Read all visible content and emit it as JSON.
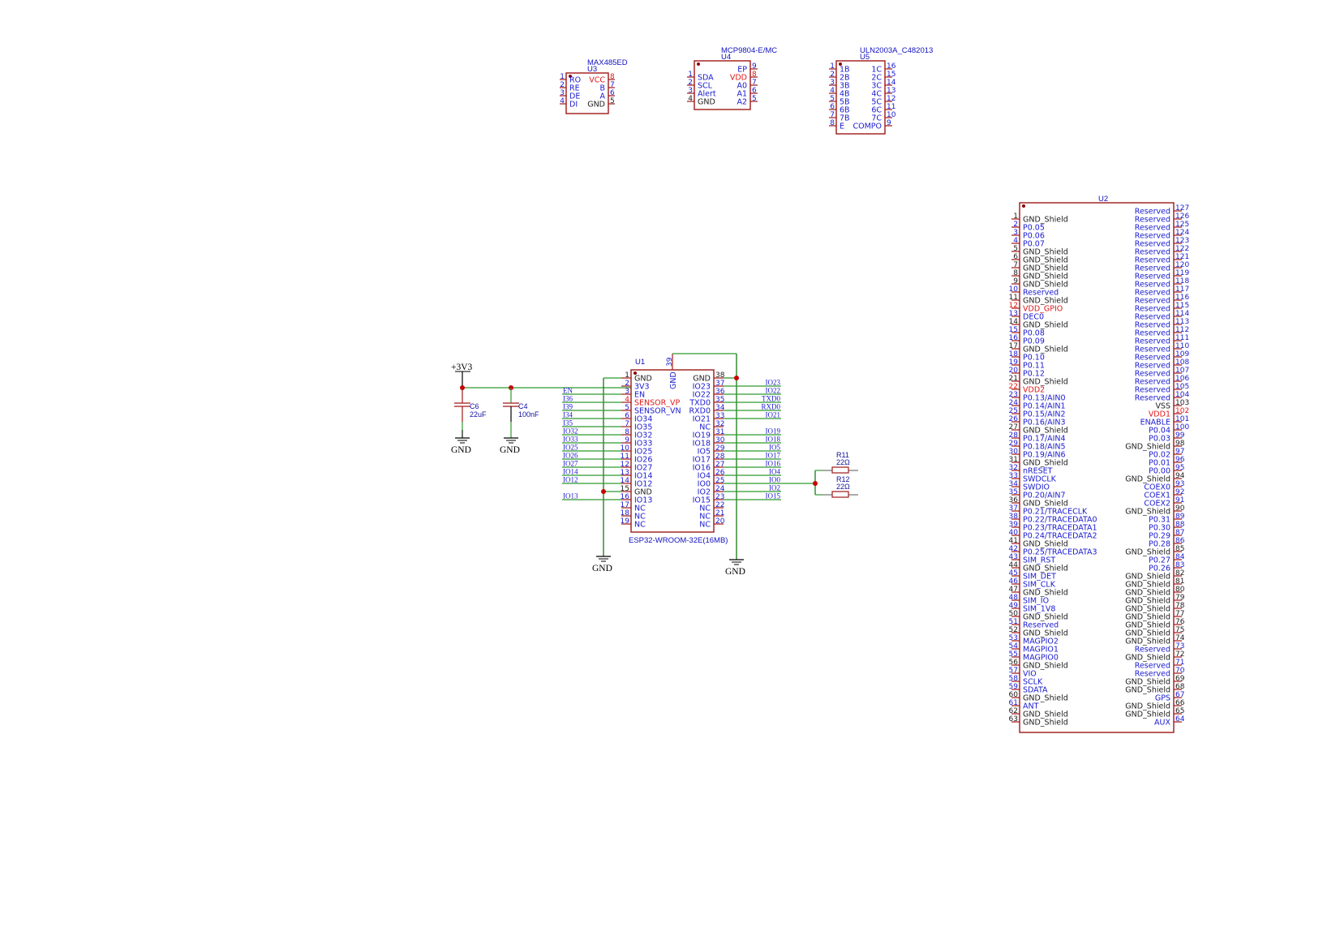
{
  "colors": {
    "body_outline": "#a01818",
    "pin_line": "#a01818",
    "wire": "#2e9a2e",
    "wire_dark": "#007000",
    "junction": "#c80000",
    "pin_blue": "#1a1ad0",
    "pin_red": "#e01818",
    "pin_black": "#202020",
    "ref_text": "#1010c0"
  },
  "power": {
    "v33_label": "+3V3",
    "gnd_label": "GND"
  },
  "capacitors": [
    {
      "ref": "C6",
      "value": "22uF"
    },
    {
      "ref": "C4",
      "value": "100nF"
    }
  ],
  "resistors": [
    {
      "ref": "R11",
      "value": "22Ω"
    },
    {
      "ref": "R12",
      "value": "22Ω"
    }
  ],
  "u3": {
    "ref": "U3",
    "part": "MAX485ED",
    "left": [
      {
        "num": "1",
        "name": "RO",
        "color": "blue"
      },
      {
        "num": "2",
        "name": "RE",
        "color": "blue"
      },
      {
        "num": "3",
        "name": "DE",
        "color": "blue"
      },
      {
        "num": "4",
        "name": "DI",
        "color": "blue"
      }
    ],
    "right": [
      {
        "num": "8",
        "name": "VCC",
        "color": "red"
      },
      {
        "num": "7",
        "name": "B",
        "color": "blue"
      },
      {
        "num": "6",
        "name": "A",
        "color": "blue"
      },
      {
        "num": "5",
        "name": "GND",
        "color": "black"
      }
    ]
  },
  "u4": {
    "ref": "U4",
    "part": "MCP9804-E/MC",
    "left": [
      {
        "num": "1",
        "name": "SDA",
        "color": "blue"
      },
      {
        "num": "2",
        "name": "SCL",
        "color": "blue"
      },
      {
        "num": "3",
        "name": "Alert",
        "color": "blue"
      },
      {
        "num": "4",
        "name": "GND",
        "color": "black"
      }
    ],
    "right": [
      {
        "num": "9",
        "name": "EP",
        "color": "blue"
      },
      {
        "num": "8",
        "name": "VDD",
        "color": "red"
      },
      {
        "num": "7",
        "name": "A0",
        "color": "blue"
      },
      {
        "num": "6",
        "name": "A1",
        "color": "blue"
      },
      {
        "num": "5",
        "name": "A2",
        "color": "blue"
      }
    ]
  },
  "u5": {
    "ref": "U5",
    "part": "ULN2003A_C482013",
    "left": [
      {
        "num": "1",
        "name": "1B",
        "color": "blue"
      },
      {
        "num": "2",
        "name": "2B",
        "color": "blue"
      },
      {
        "num": "3",
        "name": "3B",
        "color": "blue"
      },
      {
        "num": "4",
        "name": "4B",
        "color": "blue"
      },
      {
        "num": "5",
        "name": "5B",
        "color": "blue"
      },
      {
        "num": "6",
        "name": "6B",
        "color": "blue"
      },
      {
        "num": "7",
        "name": "7B",
        "color": "blue"
      },
      {
        "num": "8",
        "name": "E",
        "color": "blue"
      }
    ],
    "right": [
      {
        "num": "16",
        "name": "1C",
        "color": "blue"
      },
      {
        "num": "15",
        "name": "2C",
        "color": "blue"
      },
      {
        "num": "14",
        "name": "3C",
        "color": "blue"
      },
      {
        "num": "13",
        "name": "4C",
        "color": "blue"
      },
      {
        "num": "12",
        "name": "5C",
        "color": "blue"
      },
      {
        "num": "11",
        "name": "6C",
        "color": "blue"
      },
      {
        "num": "10",
        "name": "7C",
        "color": "blue"
      },
      {
        "num": "9",
        "name": "COMPO",
        "color": "blue"
      }
    ]
  },
  "u1": {
    "ref": "U1",
    "part": "ESP32-WROOM-32E(16MB)",
    "top": {
      "num": "39",
      "name": "GND"
    },
    "left": [
      {
        "num": "1",
        "name": "GND",
        "color": "black",
        "net": ""
      },
      {
        "num": "2",
        "name": "3V3",
        "color": "blue",
        "net": ""
      },
      {
        "num": "3",
        "name": "EN",
        "color": "blue",
        "net": "EN"
      },
      {
        "num": "4",
        "name": "SENSOR_VP",
        "color": "red",
        "net": "I36"
      },
      {
        "num": "5",
        "name": "SENSOR_VN",
        "color": "blue",
        "net": "I39"
      },
      {
        "num": "6",
        "name": "IO34",
        "color": "blue",
        "net": "I34"
      },
      {
        "num": "7",
        "name": "IO35",
        "color": "blue",
        "net": "I35"
      },
      {
        "num": "8",
        "name": "IO32",
        "color": "blue",
        "net": "IO32"
      },
      {
        "num": "9",
        "name": "IO33",
        "color": "blue",
        "net": "IO33"
      },
      {
        "num": "10",
        "name": "IO25",
        "color": "blue",
        "net": "IO25"
      },
      {
        "num": "11",
        "name": "IO26",
        "color": "blue",
        "net": "IO26"
      },
      {
        "num": "12",
        "name": "IO27",
        "color": "blue",
        "net": "IO27"
      },
      {
        "num": "13",
        "name": "IO14",
        "color": "blue",
        "net": "IO14"
      },
      {
        "num": "14",
        "name": "IO12",
        "color": "blue",
        "net": "IO12"
      },
      {
        "num": "15",
        "name": "GND",
        "color": "black",
        "net": ""
      },
      {
        "num": "16",
        "name": "IO13",
        "color": "blue",
        "net": "IO13"
      },
      {
        "num": "17",
        "name": "NC",
        "color": "blue",
        "net": ""
      },
      {
        "num": "18",
        "name": "NC",
        "color": "blue",
        "net": ""
      },
      {
        "num": "19",
        "name": "NC",
        "color": "blue",
        "net": ""
      }
    ],
    "right": [
      {
        "num": "38",
        "name": "GND",
        "color": "black",
        "net": ""
      },
      {
        "num": "37",
        "name": "IO23",
        "color": "blue",
        "net": "IO23"
      },
      {
        "num": "36",
        "name": "IO22",
        "color": "blue",
        "net": "IO22"
      },
      {
        "num": "35",
        "name": "TXD0",
        "color": "blue",
        "net": "TXD0"
      },
      {
        "num": "34",
        "name": "RXD0",
        "color": "blue",
        "net": "RXD0"
      },
      {
        "num": "33",
        "name": "IO21",
        "color": "blue",
        "net": "IO21"
      },
      {
        "num": "32",
        "name": "NC",
        "color": "blue",
        "net": ""
      },
      {
        "num": "31",
        "name": "IO19",
        "color": "blue",
        "net": "IO19"
      },
      {
        "num": "30",
        "name": "IO18",
        "color": "blue",
        "net": "IO18"
      },
      {
        "num": "29",
        "name": "IO5",
        "color": "blue",
        "net": "IO5"
      },
      {
        "num": "28",
        "name": "IO17",
        "color": "blue",
        "net": "IO17"
      },
      {
        "num": "27",
        "name": "IO16",
        "color": "blue",
        "net": "IO16"
      },
      {
        "num": "26",
        "name": "IO4",
        "color": "blue",
        "net": "IO4"
      },
      {
        "num": "25",
        "name": "IO0",
        "color": "blue",
        "net": "IO0"
      },
      {
        "num": "24",
        "name": "IO2",
        "color": "blue",
        "net": "IO2"
      },
      {
        "num": "23",
        "name": "IO15",
        "color": "blue",
        "net": "IO15"
      },
      {
        "num": "22",
        "name": "NC",
        "color": "blue",
        "net": ""
      },
      {
        "num": "21",
        "name": "NC",
        "color": "blue",
        "net": ""
      },
      {
        "num": "20",
        "name": "NC",
        "color": "blue",
        "net": ""
      }
    ]
  },
  "u2": {
    "ref": "U2",
    "left": [
      {
        "num": "1",
        "name": "GND_Shield",
        "color": "black"
      },
      {
        "num": "2",
        "name": "P0.05",
        "color": "blue"
      },
      {
        "num": "3",
        "name": "P0.06",
        "color": "blue"
      },
      {
        "num": "4",
        "name": "P0.07",
        "color": "blue"
      },
      {
        "num": "5",
        "name": "GND_Shield",
        "color": "black"
      },
      {
        "num": "6",
        "name": "GND_Shield",
        "color": "black"
      },
      {
        "num": "7",
        "name": "GND_Shield",
        "color": "black"
      },
      {
        "num": "8",
        "name": "GND_Shield",
        "color": "black"
      },
      {
        "num": "9",
        "name": "GND_Shield",
        "color": "black"
      },
      {
        "num": "10",
        "name": "Reserved",
        "color": "blue"
      },
      {
        "num": "11",
        "name": "GND_Shield",
        "color": "black"
      },
      {
        "num": "12",
        "name": "VDD_GPIO",
        "color": "red"
      },
      {
        "num": "13",
        "name": "DEC0",
        "color": "blue"
      },
      {
        "num": "14",
        "name": "GND_Shield",
        "color": "black"
      },
      {
        "num": "15",
        "name": "P0.08",
        "color": "blue"
      },
      {
        "num": "16",
        "name": "P0.09",
        "color": "blue"
      },
      {
        "num": "17",
        "name": "GND_Shield",
        "color": "black"
      },
      {
        "num": "18",
        "name": "P0.10",
        "color": "blue"
      },
      {
        "num": "19",
        "name": "P0.11",
        "color": "blue"
      },
      {
        "num": "20",
        "name": "P0.12",
        "color": "blue"
      },
      {
        "num": "21",
        "name": "GND_Shield",
        "color": "black"
      },
      {
        "num": "22",
        "name": "VDD2",
        "color": "red"
      },
      {
        "num": "23",
        "name": "P0.13/AIN0",
        "color": "blue"
      },
      {
        "num": "24",
        "name": "P0.14/AIN1",
        "color": "blue"
      },
      {
        "num": "25",
        "name": "P0.15/AIN2",
        "color": "blue"
      },
      {
        "num": "26",
        "name": "P0.16/AIN3",
        "color": "blue"
      },
      {
        "num": "27",
        "name": "GND_Shield",
        "color": "black"
      },
      {
        "num": "28",
        "name": "P0.17/AIN4",
        "color": "blue"
      },
      {
        "num": "29",
        "name": "P0.18/AIN5",
        "color": "blue"
      },
      {
        "num": "30",
        "name": "P0.19/AIN6",
        "color": "blue"
      },
      {
        "num": "31",
        "name": "GND_Shield",
        "color": "black"
      },
      {
        "num": "32",
        "name": "nRESET",
        "color": "blue"
      },
      {
        "num": "33",
        "name": "SWDCLK",
        "color": "blue"
      },
      {
        "num": "34",
        "name": "SWDIO",
        "color": "blue"
      },
      {
        "num": "35",
        "name": "P0.20/AIN7",
        "color": "blue"
      },
      {
        "num": "36",
        "name": "GND_Shield",
        "color": "black"
      },
      {
        "num": "37",
        "name": "P0.21/TRACECLK",
        "color": "blue"
      },
      {
        "num": "38",
        "name": "P0.22/TRACEDATA0",
        "color": "blue"
      },
      {
        "num": "39",
        "name": "P0.23/TRACEDATA1",
        "color": "blue"
      },
      {
        "num": "40",
        "name": "P0.24/TRACEDATA2",
        "color": "blue"
      },
      {
        "num": "41",
        "name": "GND_Shield",
        "color": "black"
      },
      {
        "num": "42",
        "name": "P0.25/TRACEDATA3",
        "color": "blue"
      },
      {
        "num": "43",
        "name": "SIM_RST",
        "color": "blue"
      },
      {
        "num": "44",
        "name": "GND_Shield",
        "color": "black"
      },
      {
        "num": "45",
        "name": "SIM_DET",
        "color": "blue"
      },
      {
        "num": "46",
        "name": "SIM_CLK",
        "color": "blue"
      },
      {
        "num": "47",
        "name": "GND_Shield",
        "color": "black"
      },
      {
        "num": "48",
        "name": "SIM_IO",
        "color": "blue"
      },
      {
        "num": "49",
        "name": "SIM_1V8",
        "color": "blue"
      },
      {
        "num": "50",
        "name": "GND_Shield",
        "color": "black"
      },
      {
        "num": "51",
        "name": "Reserved",
        "color": "blue"
      },
      {
        "num": "52",
        "name": "GND_Shield",
        "color": "black"
      },
      {
        "num": "53",
        "name": "MAGPIO2",
        "color": "blue"
      },
      {
        "num": "54",
        "name": "MAGPIO1",
        "color": "blue"
      },
      {
        "num": "55",
        "name": "MAGPIO0",
        "color": "blue"
      },
      {
        "num": "56",
        "name": "GND_Shield",
        "color": "black"
      },
      {
        "num": "57",
        "name": "VIO",
        "color": "blue"
      },
      {
        "num": "58",
        "name": "SCLK",
        "color": "blue"
      },
      {
        "num": "59",
        "name": "SDATA",
        "color": "blue"
      },
      {
        "num": "60",
        "name": "GND_Shield",
        "color": "black"
      },
      {
        "num": "61",
        "name": "ANT",
        "color": "blue"
      },
      {
        "num": "62",
        "name": "GND_Shield",
        "color": "black"
      },
      {
        "num": "63",
        "name": "GND_Shield",
        "color": "black"
      }
    ],
    "right": [
      {
        "num": "127",
        "name": "Reserved",
        "color": "blue"
      },
      {
        "num": "126",
        "name": "Reserved",
        "color": "blue"
      },
      {
        "num": "125",
        "name": "Reserved",
        "color": "blue"
      },
      {
        "num": "124",
        "name": "Reserved",
        "color": "blue"
      },
      {
        "num": "123",
        "name": "Reserved",
        "color": "blue"
      },
      {
        "num": "122",
        "name": "Reserved",
        "color": "blue"
      },
      {
        "num": "121",
        "name": "Reserved",
        "color": "blue"
      },
      {
        "num": "120",
        "name": "Reserved",
        "color": "blue"
      },
      {
        "num": "119",
        "name": "Reserved",
        "color": "blue"
      },
      {
        "num": "118",
        "name": "Reserved",
        "color": "blue"
      },
      {
        "num": "117",
        "name": "Reserved",
        "color": "blue"
      },
      {
        "num": "116",
        "name": "Reserved",
        "color": "blue"
      },
      {
        "num": "115",
        "name": "Reserved",
        "color": "blue"
      },
      {
        "num": "114",
        "name": "Reserved",
        "color": "blue"
      },
      {
        "num": "113",
        "name": "Reserved",
        "color": "blue"
      },
      {
        "num": "112",
        "name": "Reserved",
        "color": "blue"
      },
      {
        "num": "111",
        "name": "Reserved",
        "color": "blue"
      },
      {
        "num": "110",
        "name": "Reserved",
        "color": "blue"
      },
      {
        "num": "109",
        "name": "Reserved",
        "color": "blue"
      },
      {
        "num": "108",
        "name": "Reserved",
        "color": "blue"
      },
      {
        "num": "107",
        "name": "Reserved",
        "color": "blue"
      },
      {
        "num": "106",
        "name": "Reserved",
        "color": "blue"
      },
      {
        "num": "105",
        "name": "Reserved",
        "color": "blue"
      },
      {
        "num": "104",
        "name": "Reserved",
        "color": "blue"
      },
      {
        "num": "103",
        "name": "VSS",
        "color": "black"
      },
      {
        "num": "102",
        "name": "VDD1",
        "color": "red"
      },
      {
        "num": "101",
        "name": "ENABLE",
        "color": "blue"
      },
      {
        "num": "100",
        "name": "P0.04",
        "color": "blue"
      },
      {
        "num": "99",
        "name": "P0.03",
        "color": "blue"
      },
      {
        "num": "98",
        "name": "GND_Shield",
        "color": "black"
      },
      {
        "num": "97",
        "name": "P0.02",
        "color": "blue"
      },
      {
        "num": "96",
        "name": "P0.01",
        "color": "blue"
      },
      {
        "num": "95",
        "name": "P0.00",
        "color": "blue"
      },
      {
        "num": "94",
        "name": "GND_Shield",
        "color": "black"
      },
      {
        "num": "93",
        "name": "COEX0",
        "color": "blue"
      },
      {
        "num": "92",
        "name": "COEX1",
        "color": "blue"
      },
      {
        "num": "91",
        "name": "COEX2",
        "color": "blue"
      },
      {
        "num": "90",
        "name": "GND_Shield",
        "color": "black"
      },
      {
        "num": "89",
        "name": "P0.31",
        "color": "blue"
      },
      {
        "num": "88",
        "name": "P0.30",
        "color": "blue"
      },
      {
        "num": "87",
        "name": "P0.29",
        "color": "blue"
      },
      {
        "num": "86",
        "name": "P0.28",
        "color": "blue"
      },
      {
        "num": "85",
        "name": "GND_Shield",
        "color": "black"
      },
      {
        "num": "84",
        "name": "P0.27",
        "color": "blue"
      },
      {
        "num": "83",
        "name": "P0.26",
        "color": "blue"
      },
      {
        "num": "82",
        "name": "GND_Shield",
        "color": "black"
      },
      {
        "num": "81",
        "name": "GND_Shield",
        "color": "black"
      },
      {
        "num": "80",
        "name": "GND_Shield",
        "color": "black"
      },
      {
        "num": "79",
        "name": "GND_Shield",
        "color": "black"
      },
      {
        "num": "78",
        "name": "GND_Shield",
        "color": "black"
      },
      {
        "num": "77",
        "name": "GND_Shield",
        "color": "black"
      },
      {
        "num": "76",
        "name": "GND_Shield",
        "color": "black"
      },
      {
        "num": "75",
        "name": "GND_Shield",
        "color": "black"
      },
      {
        "num": "74",
        "name": "GND_Shield",
        "color": "black"
      },
      {
        "num": "73",
        "name": "Reserved",
        "color": "blue"
      },
      {
        "num": "72",
        "name": "GND_Shield",
        "color": "black"
      },
      {
        "num": "71",
        "name": "Reserved",
        "color": "blue"
      },
      {
        "num": "70",
        "name": "Reserved",
        "color": "blue"
      },
      {
        "num": "69",
        "name": "GND_Shield",
        "color": "black"
      },
      {
        "num": "68",
        "name": "GND_Shield",
        "color": "black"
      },
      {
        "num": "67",
        "name": "GPS",
        "color": "blue"
      },
      {
        "num": "66",
        "name": "GND_Shield",
        "color": "black"
      },
      {
        "num": "65",
        "name": "GND_Shield",
        "color": "black"
      },
      {
        "num": "64",
        "name": "AUX",
        "color": "blue"
      }
    ]
  }
}
